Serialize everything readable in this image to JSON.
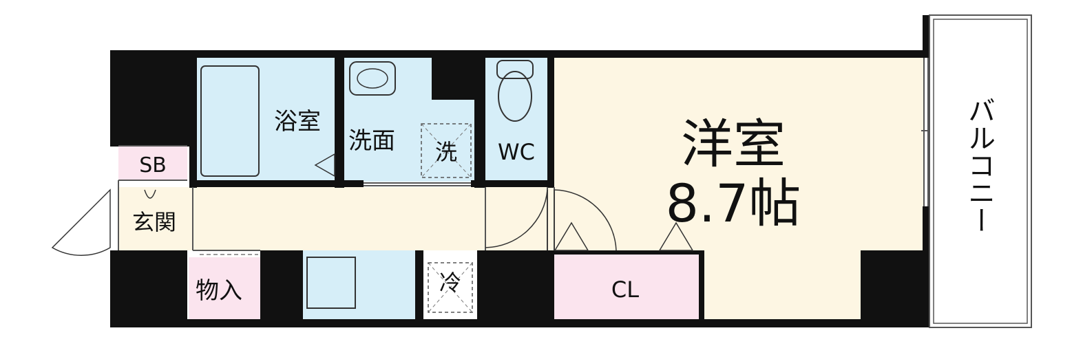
{
  "rooms": {
    "bath": "浴室",
    "washroom": "洗面",
    "washer": "洗",
    "wc": "WC",
    "western_room": "洋室",
    "western_room_size": "8.7帖",
    "shoe_box": "SB",
    "entrance": "玄関",
    "storage": "物入",
    "fridge": "冷",
    "closet": "CL",
    "balcony": "バルコニー"
  },
  "colors": {
    "wall": "#111111",
    "wet_area": "#d6eef8",
    "living": "#fdf6e3",
    "storage": "#fbe4ee",
    "balcony_frame": "#555555"
  }
}
